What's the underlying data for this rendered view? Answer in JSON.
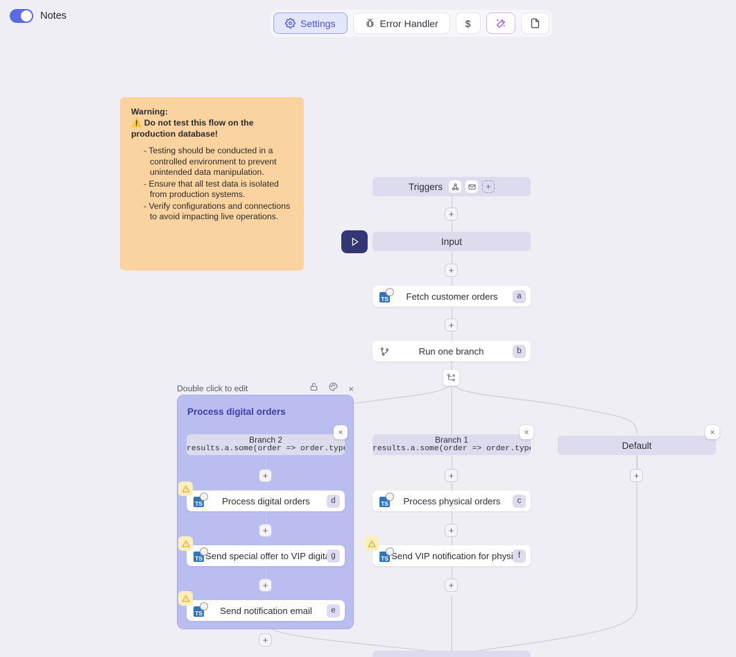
{
  "header": {
    "notes_label": "Notes",
    "notes_toggle_on": true,
    "accent": "#5b6ae4"
  },
  "toolbar": {
    "buttons": [
      {
        "label": "Settings",
        "icon": "gear-icon",
        "active": true
      },
      {
        "label": "Error Handler",
        "icon": "bug-icon",
        "active": false
      },
      {
        "label": "$",
        "icon": "dollar-icon",
        "active": false
      },
      {
        "label": "",
        "icon": "magic-wand-icon",
        "active": false
      },
      {
        "label": "",
        "icon": "document-icon",
        "active": false
      }
    ]
  },
  "note": {
    "title": "Warning:",
    "heading": "Do not test this flow on the production database!",
    "warning_glyph": "⚠️",
    "bullets": [
      "- Testing should be conducted in a controlled environment to prevent unintended data manipulation.",
      "- Ensure that all test data is isolated from production systems.",
      "- Verify configurations and connections to avoid impacting live operations."
    ],
    "background": "#fbd3a0"
  },
  "flow": {
    "triggers": {
      "label": "Triggers",
      "icons": [
        "webhook-icon",
        "envelope-icon"
      ],
      "add_label": "+"
    },
    "input": {
      "label": "Input"
    },
    "run_button": {
      "icon": "play-icon"
    },
    "nodes": {
      "fetch_customer_orders": {
        "label": "Fetch customer orders",
        "badge": "a",
        "icon": "typescript-icon",
        "warning": false
      },
      "run_one_branch": {
        "label": "Run one branch",
        "badge": "b",
        "icon": "branch-icon",
        "warning": false
      },
      "process_physical_orders": {
        "label": "Process physical orders",
        "badge": "c",
        "icon": "typescript-icon",
        "warning": false
      },
      "process_digital_orders": {
        "label": "Process digital orders",
        "badge": "d",
        "icon": "typescript-icon",
        "warning": true
      },
      "send_notification_email": {
        "label": "Send notification email",
        "badge": "e",
        "icon": "typescript-icon",
        "warning": true
      },
      "send_vip_physical": {
        "label": "Send VIP notification for physical...",
        "badge": "f",
        "icon": "typescript-icon",
        "warning": true
      },
      "send_special_offer": {
        "label": "Send special offer to VIP digital c...",
        "badge": "g",
        "icon": "typescript-icon",
        "warning": true
      }
    },
    "branches": {
      "branch_2": {
        "title": "Branch 2",
        "code": "results.a.some(order => order.type"
      },
      "branch_1": {
        "title": "Branch 1",
        "code": "results.a.some(order => order.type"
      },
      "default": {
        "title": "Default"
      }
    },
    "group": {
      "header_hint": "Double click to edit",
      "title": "Process digital orders",
      "header_icons": [
        "lock-icon",
        "palette-icon",
        "close-icon"
      ],
      "background": "#b9bdf0"
    },
    "plus_label": "+",
    "close_label": "×"
  }
}
